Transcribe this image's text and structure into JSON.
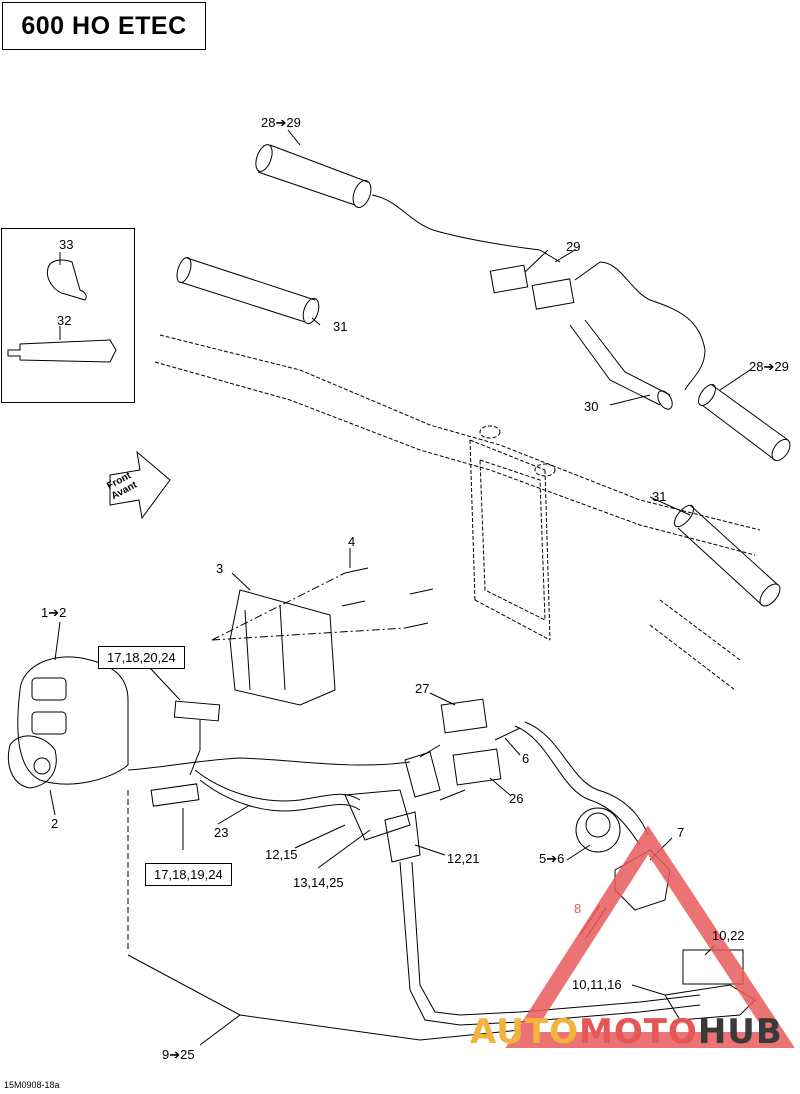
{
  "header": {
    "model_title": "600 HO ETEC"
  },
  "callouts": {
    "c28_29_top": "28➔29",
    "c29": "29",
    "c28_29_right": "28➔29",
    "c30": "30",
    "c31_top": "31",
    "c31_right": "31",
    "c33": "33",
    "c32": "32",
    "c4": "4",
    "c3": "3",
    "c1_2": "1➔2",
    "c17_18_20_24": "17,18,20,24",
    "c27": "27",
    "c6": "6",
    "c26": "26",
    "c2": "2",
    "c23": "23",
    "c12_15": "12,15",
    "c13_14_25": "13,14,25",
    "c12_21": "12,21",
    "c7": "7",
    "c5_6": "5➔6",
    "c17_18_19_24": "17,18,19,24",
    "c8": "8",
    "c10_22": "10,22",
    "c10_11_16": "10,11,16",
    "c9_25": "9➔25"
  },
  "front_arrow": {
    "line1": "Front",
    "line2": "Avant"
  },
  "drawing_code": "15M0908-18a",
  "watermark": {
    "part1": "AUTO",
    "part2": "MOTO",
    "part3": "HUB"
  },
  "colors": {
    "line": "#000000",
    "watermark_triangle": "#e85a5a",
    "watermark_yellow": "#f3b43c"
  }
}
